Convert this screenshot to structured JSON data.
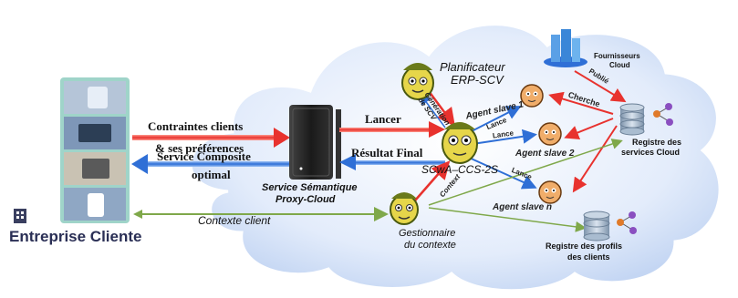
{
  "client": {
    "label": "Entreprise Cliente",
    "icon": "building-icon"
  },
  "arrows": {
    "constraints_line1": "Contraintes clients",
    "constraints_line2": "& ses préférences",
    "composite_line1": "Service Composite",
    "composite_line2": "optimal",
    "lancer": "Lancer",
    "resultat": "Résultat Final",
    "contexte_client": "Contexte client",
    "generation_line1": "Génération",
    "generation_line2": "de SCV",
    "context": "Context",
    "lance": "Lance",
    "cherche": "Cherche",
    "publie": "Publié"
  },
  "nodes": {
    "proxy_line1": "Service Sémantique",
    "proxy_line2": "Proxy-Cloud",
    "planner_line1": "Planificateur",
    "planner_line2": "ERP-SCV",
    "scwa": "SCwA–CCS-2S",
    "slave1": "Agent slave 1",
    "slave2": "Agent slave 2",
    "slave_n": "Agent slave n",
    "context_mgr_line1": "Gestionnaire",
    "context_mgr_line2": "du contexte",
    "providers_line1": "Fournisseurs",
    "providers_line2": "Cloud",
    "registry_services_line1": "Registre des",
    "registry_services_line2": "services Cloud",
    "registry_profiles_line1": "Registre des profils",
    "registry_profiles_line2": "des clients"
  },
  "colors": {
    "request_arrow": "#e8322e",
    "response_arrow": "#2f6fd6",
    "context_arrow": "#7fa84a",
    "cloud_fill": "#dbe7fb",
    "cloud_stroke": "#ffffff",
    "agent_body": "#e6d64a",
    "agent_stroke": "#4a5a10",
    "slave_body": "#f0ad6a",
    "database": "#a9bcd0",
    "network": "#8a4fc0",
    "server": "#1f1f1f"
  }
}
